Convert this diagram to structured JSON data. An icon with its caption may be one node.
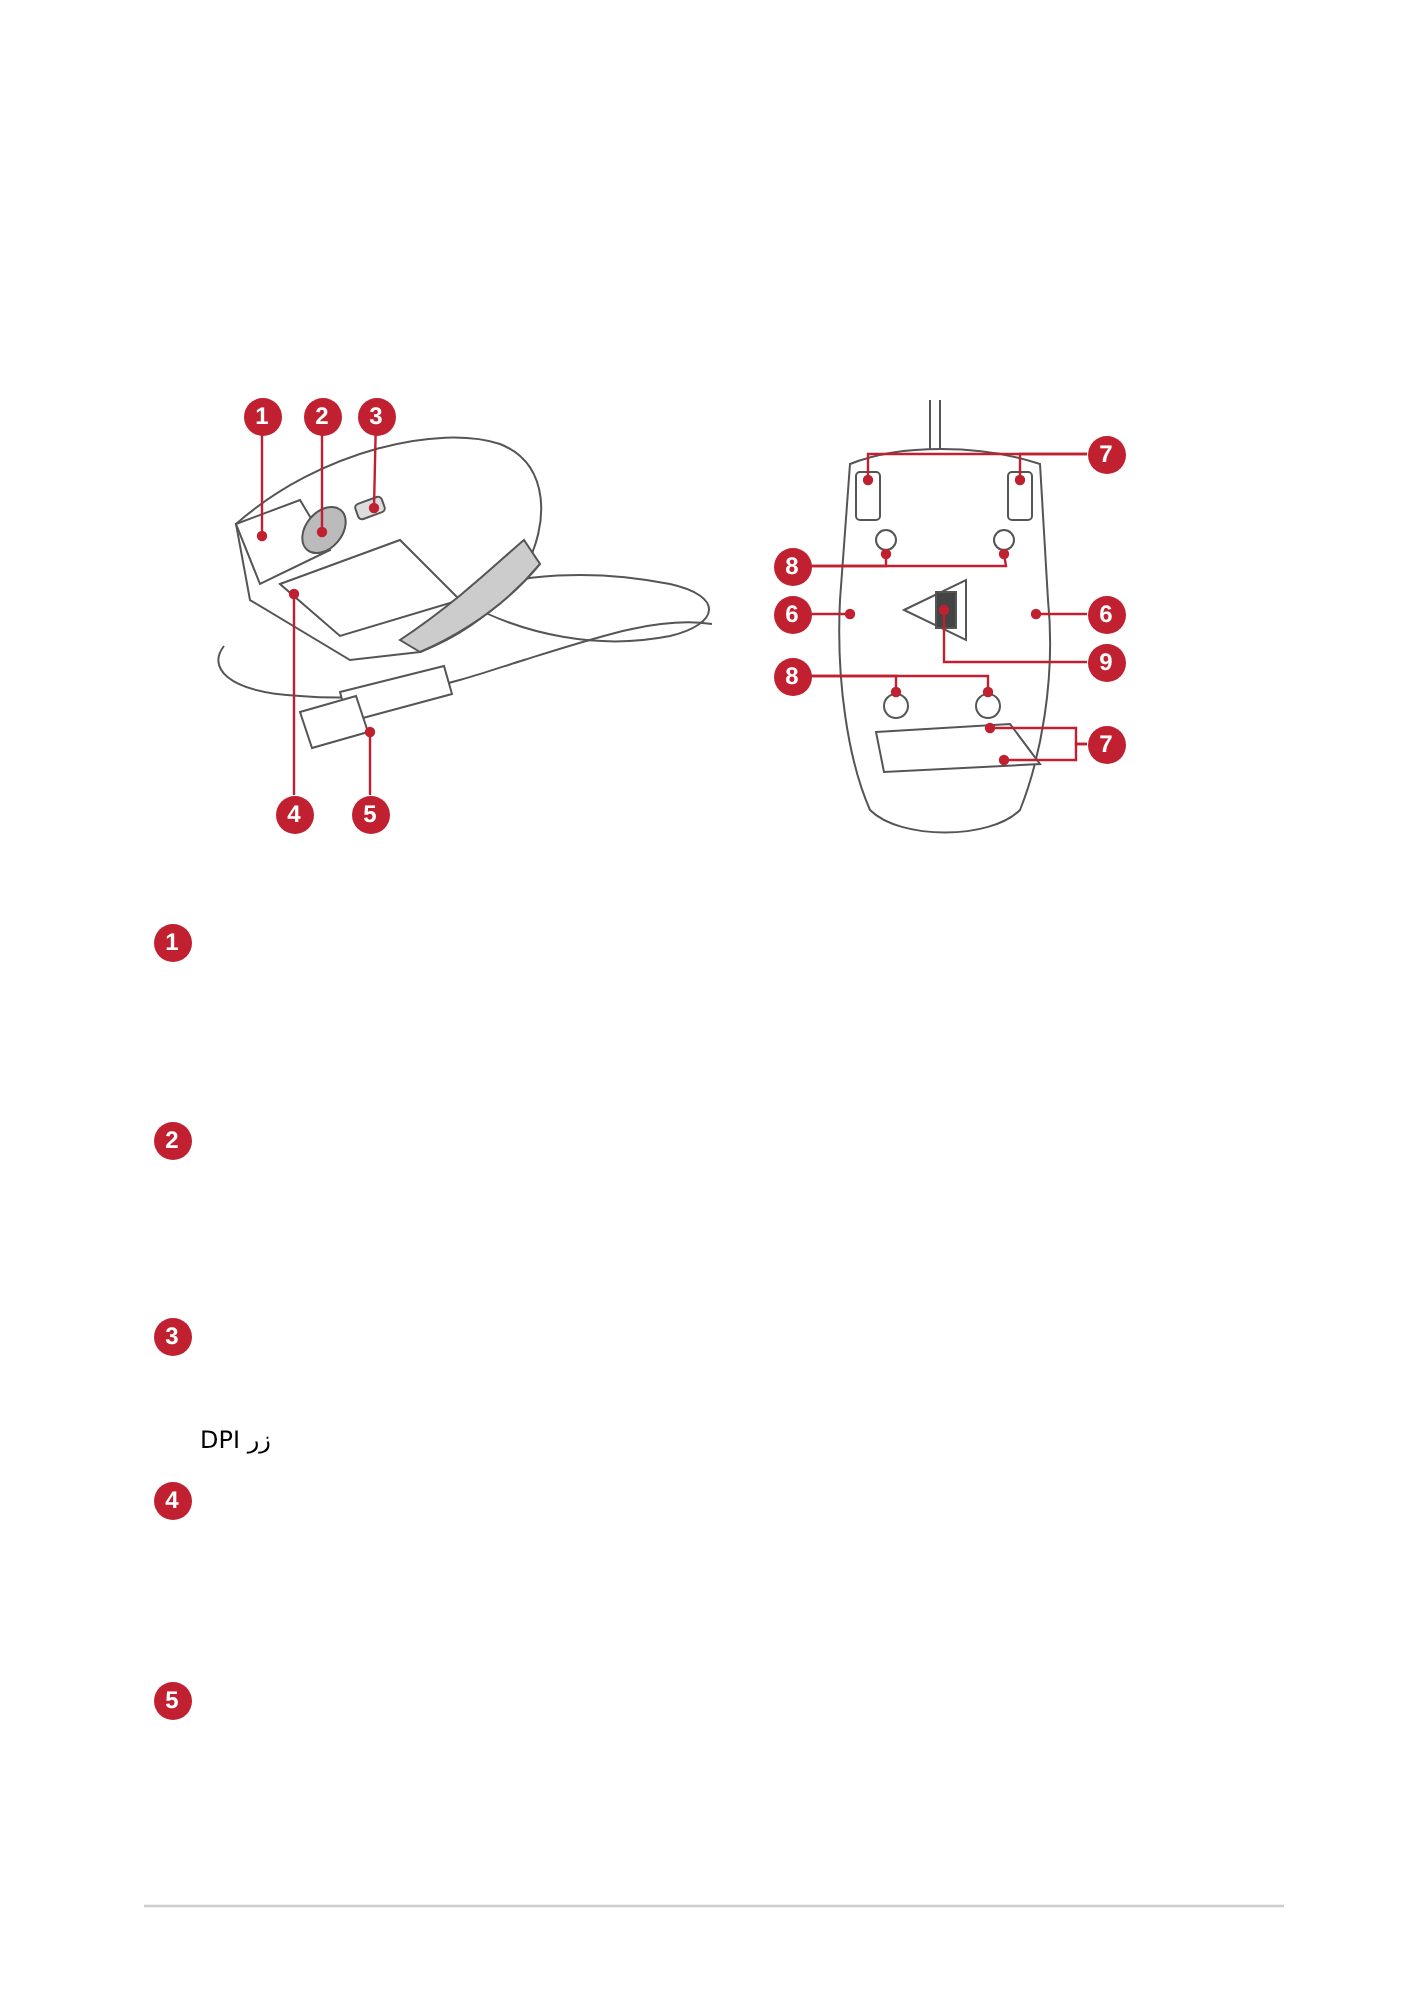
{
  "diagram": {
    "nodes": [
      {
        "text": [
          "1"
        ]
      },
      {
        "text": [
          "2"
        ]
      },
      {
        "text": [
          "3"
        ]
      },
      {
        "text": [
          "7"
        ]
      },
      {
        "text": [
          "8"
        ]
      },
      {
        "text": [
          "6"
        ]
      },
      {
        "text": [
          "6"
        ]
      },
      {
        "text": [
          "9"
        ]
      },
      {
        "text": [
          "8"
        ]
      },
      {
        "text": [
          "7"
        ]
      },
      {
        "text": [
          "4"
        ]
      },
      {
        "text": [
          "5"
        ]
      },
      {
        "text": [
          "1"
        ]
      },
      {
        "text": [
          "2"
        ]
      },
      {
        "text": [
          "3"
        ]
      },
      {
        "text": [
          "4"
        ]
      },
      {
        "text": [
          "5"
        ]
      }
    ],
    "edges": [
      {
        "from": 0,
        "to": null,
        "arrow": "other"
      },
      {
        "from": 1,
        "to": null,
        "arrow": "other"
      },
      {
        "from": 2,
        "to": null,
        "arrow": "other"
      },
      {
        "from": 3,
        "to": null,
        "arrow": "other"
      },
      {
        "from": 3,
        "to": null,
        "arrow": "other"
      },
      {
        "from": 4,
        "to": null,
        "arrow": "other"
      },
      {
        "from": 4,
        "to": null,
        "arrow": "other"
      },
      {
        "from": 5,
        "to": null,
        "arrow": "other"
      },
      {
        "from": 6,
        "to": null,
        "arrow": "other"
      },
      {
        "from": 7,
        "to": null,
        "arrow": "other"
      },
      {
        "from": 8,
        "to": null,
        "arrow": "other"
      },
      {
        "from": 8,
        "to": null,
        "arrow": "other"
      },
      {
        "from": 9,
        "to": null,
        "arrow": "other"
      },
      {
        "from": 9,
        "to": null,
        "arrow": "other"
      },
      {
        "from": 10,
        "to": null,
        "arrow": "other"
      },
      {
        "from": 11,
        "to": null,
        "arrow": "other"
      }
    ],
    "labels": [
      "زر DPI"
    ]
  }
}
